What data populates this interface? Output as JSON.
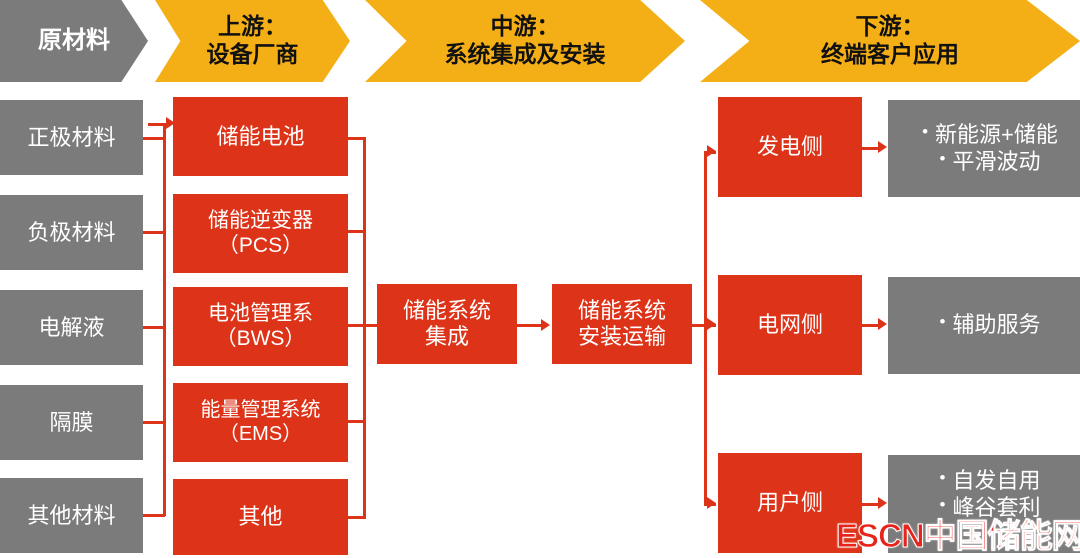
{
  "header": {
    "stages": [
      {
        "name": "raw-materials",
        "label": "原材料",
        "color": "#7b7b7b",
        "text_color": "#ffffff"
      },
      {
        "name": "upstream",
        "label": "上游：\n设备厂商",
        "color": "#f5af16",
        "text_color": "#111111"
      },
      {
        "name": "midstream",
        "label": "中游：\n系统集成及安装",
        "color": "#f5af16",
        "text_color": "#111111"
      },
      {
        "name": "downstream",
        "label": "下游：\n终端客户应用",
        "color": "#f5af16",
        "text_color": "#111111"
      }
    ]
  },
  "raw_materials": {
    "items": [
      {
        "label": "正极材料"
      },
      {
        "label": "负极材料"
      },
      {
        "label": "电解液"
      },
      {
        "label": "隔膜"
      },
      {
        "label": "其他材料"
      }
    ]
  },
  "upstream": {
    "items": [
      {
        "label": "储能电池"
      },
      {
        "label": "储能逆变器\n（PCS）"
      },
      {
        "label": "电池管理系\n（BWS）"
      },
      {
        "label": "能量管理系统\n（EMS）"
      },
      {
        "label": "其他"
      }
    ]
  },
  "midstream": {
    "items": [
      {
        "label": "储能系统\n集成"
      },
      {
        "label": "储能系统\n安装运输"
      }
    ]
  },
  "downstream": {
    "segments": [
      {
        "label": "发电侧"
      },
      {
        "label": "电网侧"
      },
      {
        "label": "用户侧"
      }
    ],
    "applications": [
      {
        "bullets": [
          "新能源+储能",
          "平滑波动"
        ]
      },
      {
        "bullets": [
          "辅助服务"
        ]
      },
      {
        "bullets": [
          "自发自用",
          "峰谷套利"
        ]
      }
    ]
  },
  "watermark": {
    "text": "ESCN中国储能网"
  },
  "colors": {
    "red": "#dd3319",
    "gray": "#7b7b7b",
    "gold": "#f5af16",
    "white": "#ffffff"
  }
}
